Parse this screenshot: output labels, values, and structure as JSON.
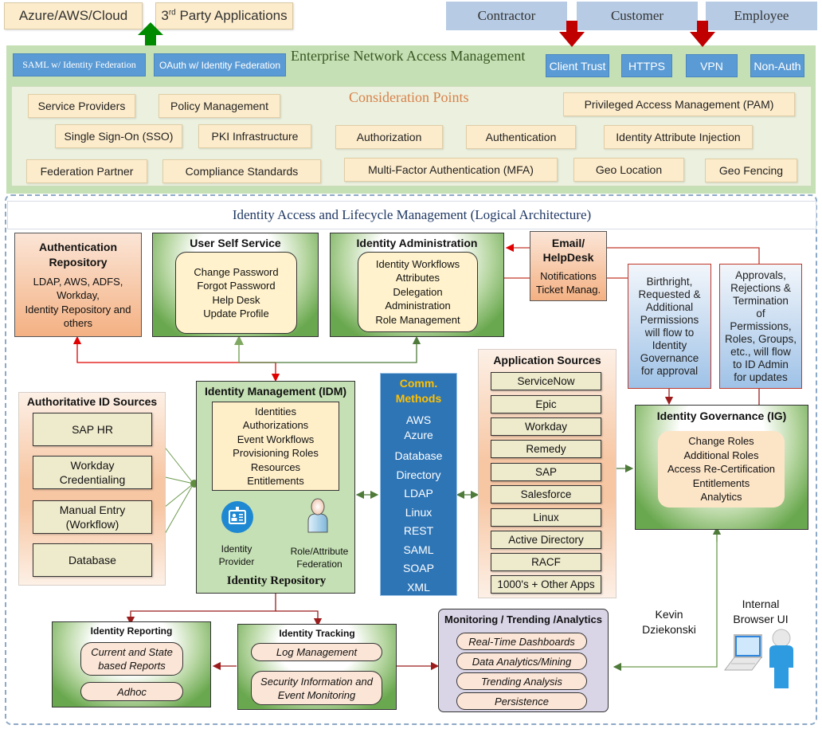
{
  "external": {
    "cloud_targets": [
      "Azure/AWS/Cloud",
      "3rd Party Applications"
    ],
    "third_party_base": "3",
    "third_party_sup": "rd",
    "third_party_rest": " Party Applications",
    "user_types": [
      "Contractor",
      "Customer",
      "Employee"
    ]
  },
  "network": {
    "title": "Enterprise Network Access Management",
    "federation_buttons": [
      "SAML w/ Identity Federation",
      "OAuth w/ Identity Federation"
    ],
    "access_methods": [
      "Client Trust",
      "HTTPS",
      "VPN",
      "Non-Auth"
    ],
    "consideration_title": "Consideration Points",
    "consideration_points": [
      "Service Providers",
      "Policy Management",
      "Privileged Access Management (PAM)",
      "Single Sign-On (SSO)",
      "PKI Infrastructure",
      "Authorization",
      "Authentication",
      "Identity Attribute Injection",
      "Federation Partner",
      "Compliance Standards",
      "Multi-Factor Authentication (MFA)",
      "Geo Location",
      "Geo Fencing"
    ]
  },
  "iam": {
    "title": "Identity Access  and Lifecycle Management (Logical Architecture)",
    "auth_repo": {
      "title": "Authentication Repository",
      "body": [
        "LDAP, AWS, ADFS,",
        "Workday,",
        "Identity Repository and",
        "others"
      ]
    },
    "self_service": {
      "title": "User Self Service",
      "items": [
        "Change Password",
        "Forgot Password",
        "Help Desk",
        "Update Profile"
      ]
    },
    "id_admin": {
      "title": "Identity Administration",
      "items": [
        "Identity Workflows",
        "Attributes",
        "Delegation",
        "Administration",
        "Role Management"
      ]
    },
    "helpdesk": {
      "title_lines": [
        "Email/",
        "HelpDesk"
      ],
      "items": [
        "Notifications",
        "Ticket Manag."
      ]
    },
    "flow_to_ig": [
      "Birthright,",
      "Requested &",
      "Additional",
      "Permissions",
      "will flow to",
      "Identity",
      "Governance",
      "for approval"
    ],
    "flow_to_admin": [
      "Approvals,",
      "Rejections &",
      "Termination",
      "of",
      "Permissions,",
      "Roles, Groups,",
      "etc., will flow",
      "to ID Admin",
      "for updates"
    ],
    "auth_sources": {
      "title": "Authoritative ID Sources",
      "items": [
        [
          "SAP HR"
        ],
        [
          "Workday",
          "Credentialing"
        ],
        [
          "Manual Entry",
          "(Workflow)"
        ],
        [
          "Database"
        ]
      ]
    },
    "idm": {
      "title": "Identity Management (IDM)",
      "items": [
        "Identities",
        "Authorizations",
        "Event Workflows",
        "Provisioning Roles",
        "Resources",
        "Entitlements"
      ],
      "idp_label": [
        "Identity",
        "Provider"
      ],
      "federation_label": [
        "Role/Attribute",
        "Federation"
      ],
      "footer": "Identity Repository"
    },
    "comm": {
      "title_lines": [
        "Comm.",
        "Methods"
      ],
      "items": [
        "AWS",
        "Azure",
        "Database",
        "Directory",
        "LDAP",
        "Linux",
        "REST",
        "SAML",
        "SOAP",
        "XML"
      ]
    },
    "app_sources": {
      "title": "Application Sources",
      "items": [
        "ServiceNow",
        "Epic",
        "Workday",
        "Remedy",
        "SAP",
        "Salesforce",
        "Linux",
        "Active Directory",
        "RACF",
        "1000's + Other Apps"
      ]
    },
    "ig": {
      "title": "Identity Governance (IG)",
      "items": [
        "Change Roles",
        "Additional  Roles",
        "Access Re-Certification",
        "Entitlements",
        "Analytics"
      ]
    },
    "reporting": {
      "title": "Identity Reporting",
      "items": [
        [
          "Current and State",
          "based Reports"
        ],
        [
          "Adhoc"
        ]
      ]
    },
    "tracking": {
      "title": "Identity Tracking",
      "items": [
        [
          "Log Management"
        ],
        [
          "Security Information and",
          "Event Monitoring"
        ]
      ]
    },
    "monitoring": {
      "title": "Monitoring / Trending /Analytics",
      "items": [
        "Real-Time Dashboards",
        "Data Analytics/Mining",
        "Trending Analysis",
        "Persistence"
      ]
    },
    "author": [
      "Kevin",
      "Dziekonski"
    ],
    "browser_ui": [
      "Internal",
      "Browser UI"
    ]
  },
  "colors": {
    "network_green": "#c5e0b4",
    "consideration_orange": "#d9804a",
    "federation_blue": "#5b9bd5",
    "comm_blue": "#2e75b6",
    "comm_title_gold": "#ffc000",
    "arrow_red": "#c00000",
    "arrow_green": "#008a00",
    "connector_green": "#4e7a3a"
  }
}
